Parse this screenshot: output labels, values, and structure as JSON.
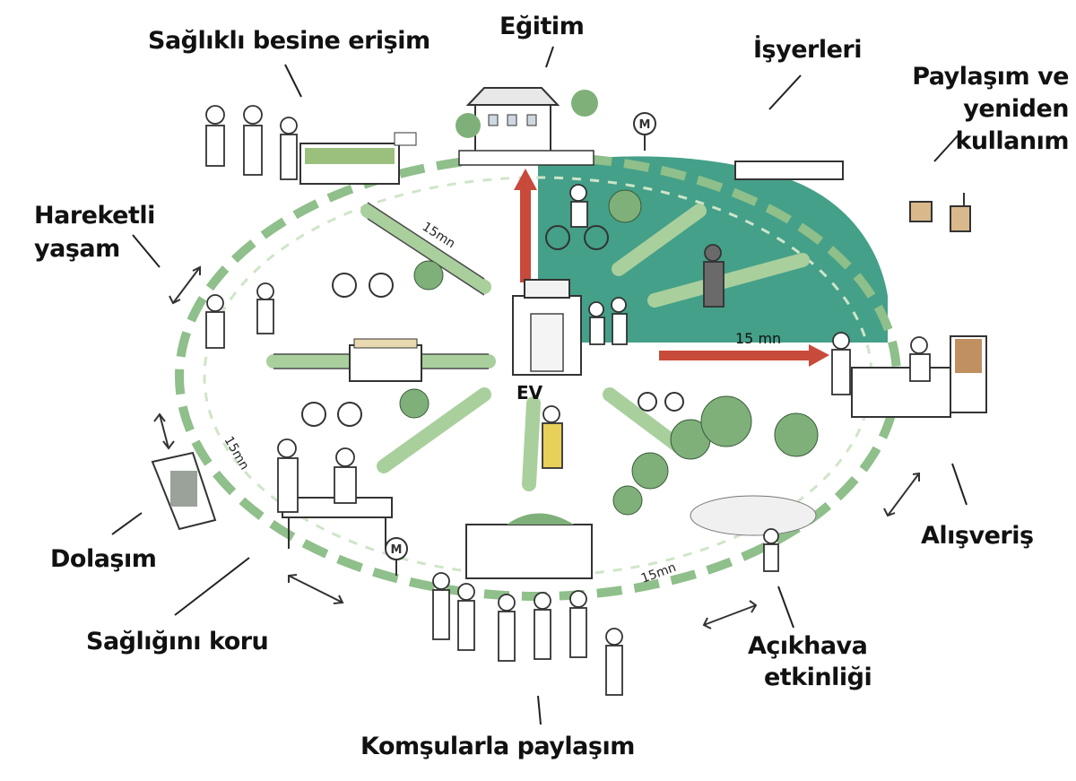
{
  "title": "",
  "center_label": "EV",
  "distance_labels": {
    "road_nw": "15mn",
    "road_w": "15mn",
    "road_s": "15mn",
    "arrow_e": "15 mn"
  },
  "categories": {
    "saglikli_besin": "Sağlıklı besine erişim",
    "egitim": "Eğitim",
    "isyerleri": "İşyerleri",
    "paylasim_line1": "Paylaşım ve",
    "paylasim_line2": "yeniden",
    "paylasim_line3": "kullanım",
    "hareketli_line1": "Hareketli",
    "hareketli_line2": "yaşam",
    "alisveris": "Alışveriş",
    "dolasim": "Dolaşım",
    "sagligini_koru": "Sağlığını koru",
    "acikhava_line1": "Açıkhava",
    "acikhava_line2": "etkinliği",
    "komsularla": "Komşularla paylaşım"
  },
  "icons": {
    "metro_top": "metro-icon",
    "metro_bottom": "metro-icon"
  },
  "colors": {
    "green_zone": "#3a9b82",
    "dash_green": "#8fbf8a",
    "arrow_red": "#c84a3a",
    "road_green": "#a9cf9d",
    "ink": "#222222"
  }
}
